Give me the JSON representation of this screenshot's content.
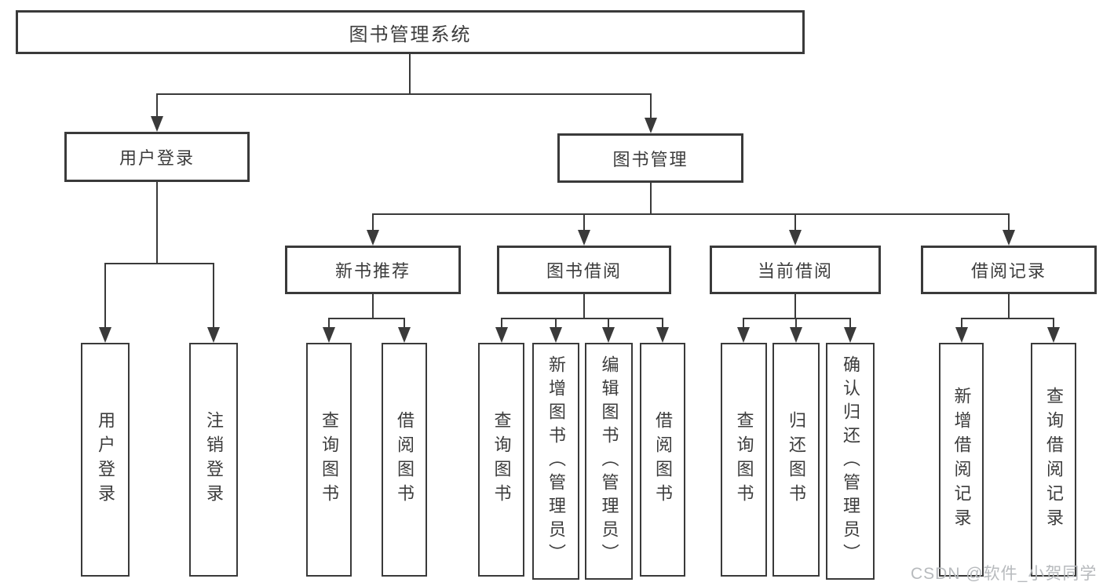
{
  "tree": {
    "label": "图书管理系统",
    "children": [
      {
        "label": "用户登录",
        "children": [
          {
            "label": "用户登录"
          },
          {
            "label": "注销登录"
          }
        ]
      },
      {
        "label": "图书管理",
        "children": [
          {
            "label": "新书推荐",
            "children": [
              {
                "label": "查询图书"
              },
              {
                "label": "借阅图书"
              }
            ]
          },
          {
            "label": "图书借阅",
            "children": [
              {
                "label": "查询图书"
              },
              {
                "label": "新增图书（管理员）"
              },
              {
                "label": "编辑图书（管理员）"
              },
              {
                "label": "借阅图书"
              }
            ]
          },
          {
            "label": "当前借阅",
            "children": [
              {
                "label": "查询图书"
              },
              {
                "label": "归还图书"
              },
              {
                "label": "确认归还（管理员）"
              }
            ]
          },
          {
            "label": "借阅记录",
            "children": [
              {
                "label": "新增借阅记录"
              },
              {
                "label": "查询借阅记录"
              }
            ]
          }
        ]
      }
    ]
  },
  "watermark": {
    "text": "CSDN @软件_小贺同学"
  },
  "colors": {
    "line": "#3a3a3a",
    "text": "#3c3c3c",
    "background": "#ffffff",
    "watermark": "#b7babd"
  }
}
